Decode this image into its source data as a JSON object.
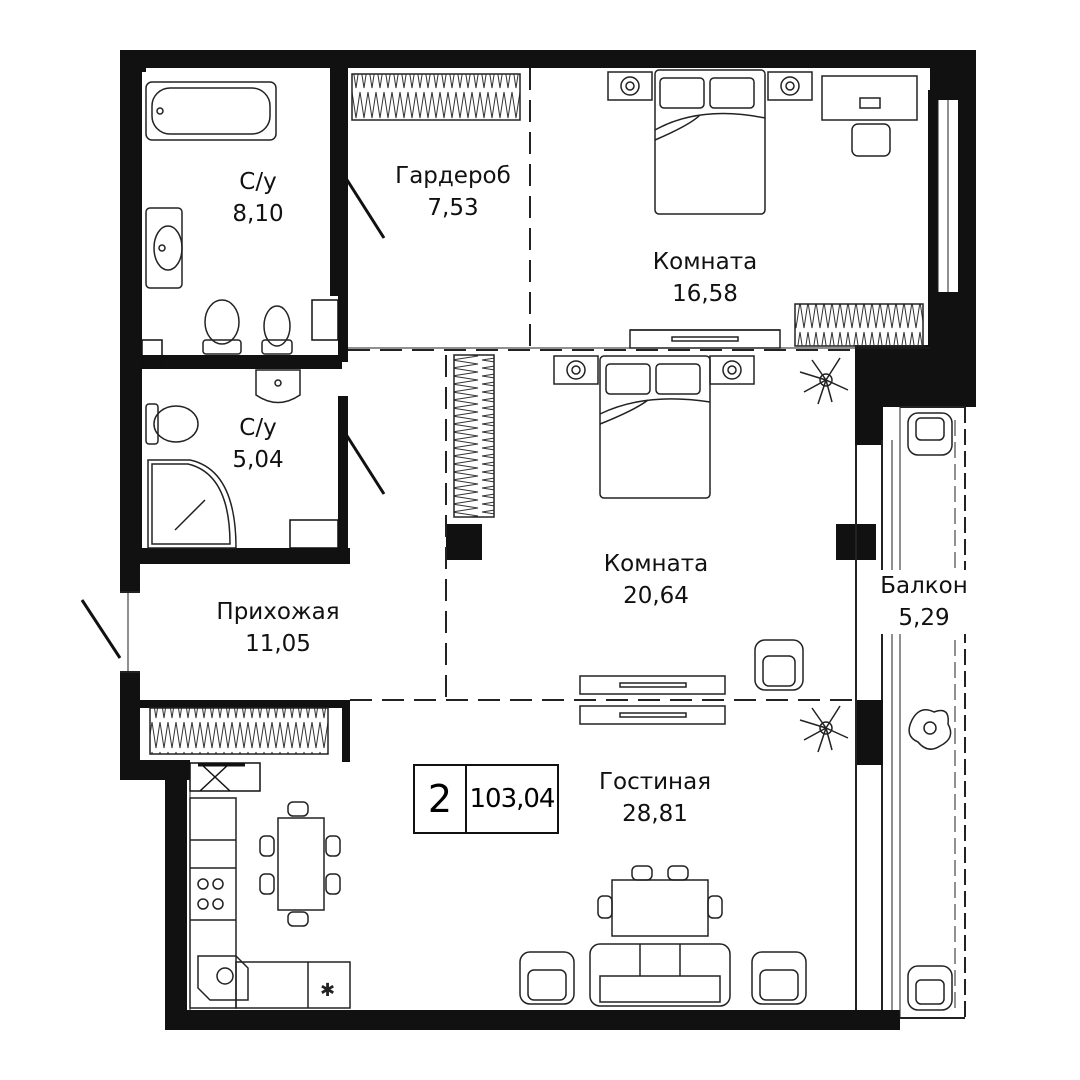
{
  "apartment": {
    "rooms_count": "2",
    "total_area": "103,04"
  },
  "rooms": [
    {
      "id": "bath1",
      "name": "С/у",
      "area": "8,10"
    },
    {
      "id": "wardrobe",
      "name": "Гардероб",
      "area": "7,53"
    },
    {
      "id": "bedroom1",
      "name": "Комната",
      "area": "16,58"
    },
    {
      "id": "bath2",
      "name": "С/у",
      "area": "5,04"
    },
    {
      "id": "bedroom2",
      "name": "Комната",
      "area": "20,64"
    },
    {
      "id": "hall",
      "name": "Прихожая",
      "area": "11,05"
    },
    {
      "id": "balcony",
      "name": "Балкон",
      "area": "5,29"
    },
    {
      "id": "living",
      "name": "Гостиная",
      "area": "28,81"
    }
  ],
  "colors": {
    "wall": "#111111",
    "background": "#ffffff",
    "line": "#222222"
  }
}
